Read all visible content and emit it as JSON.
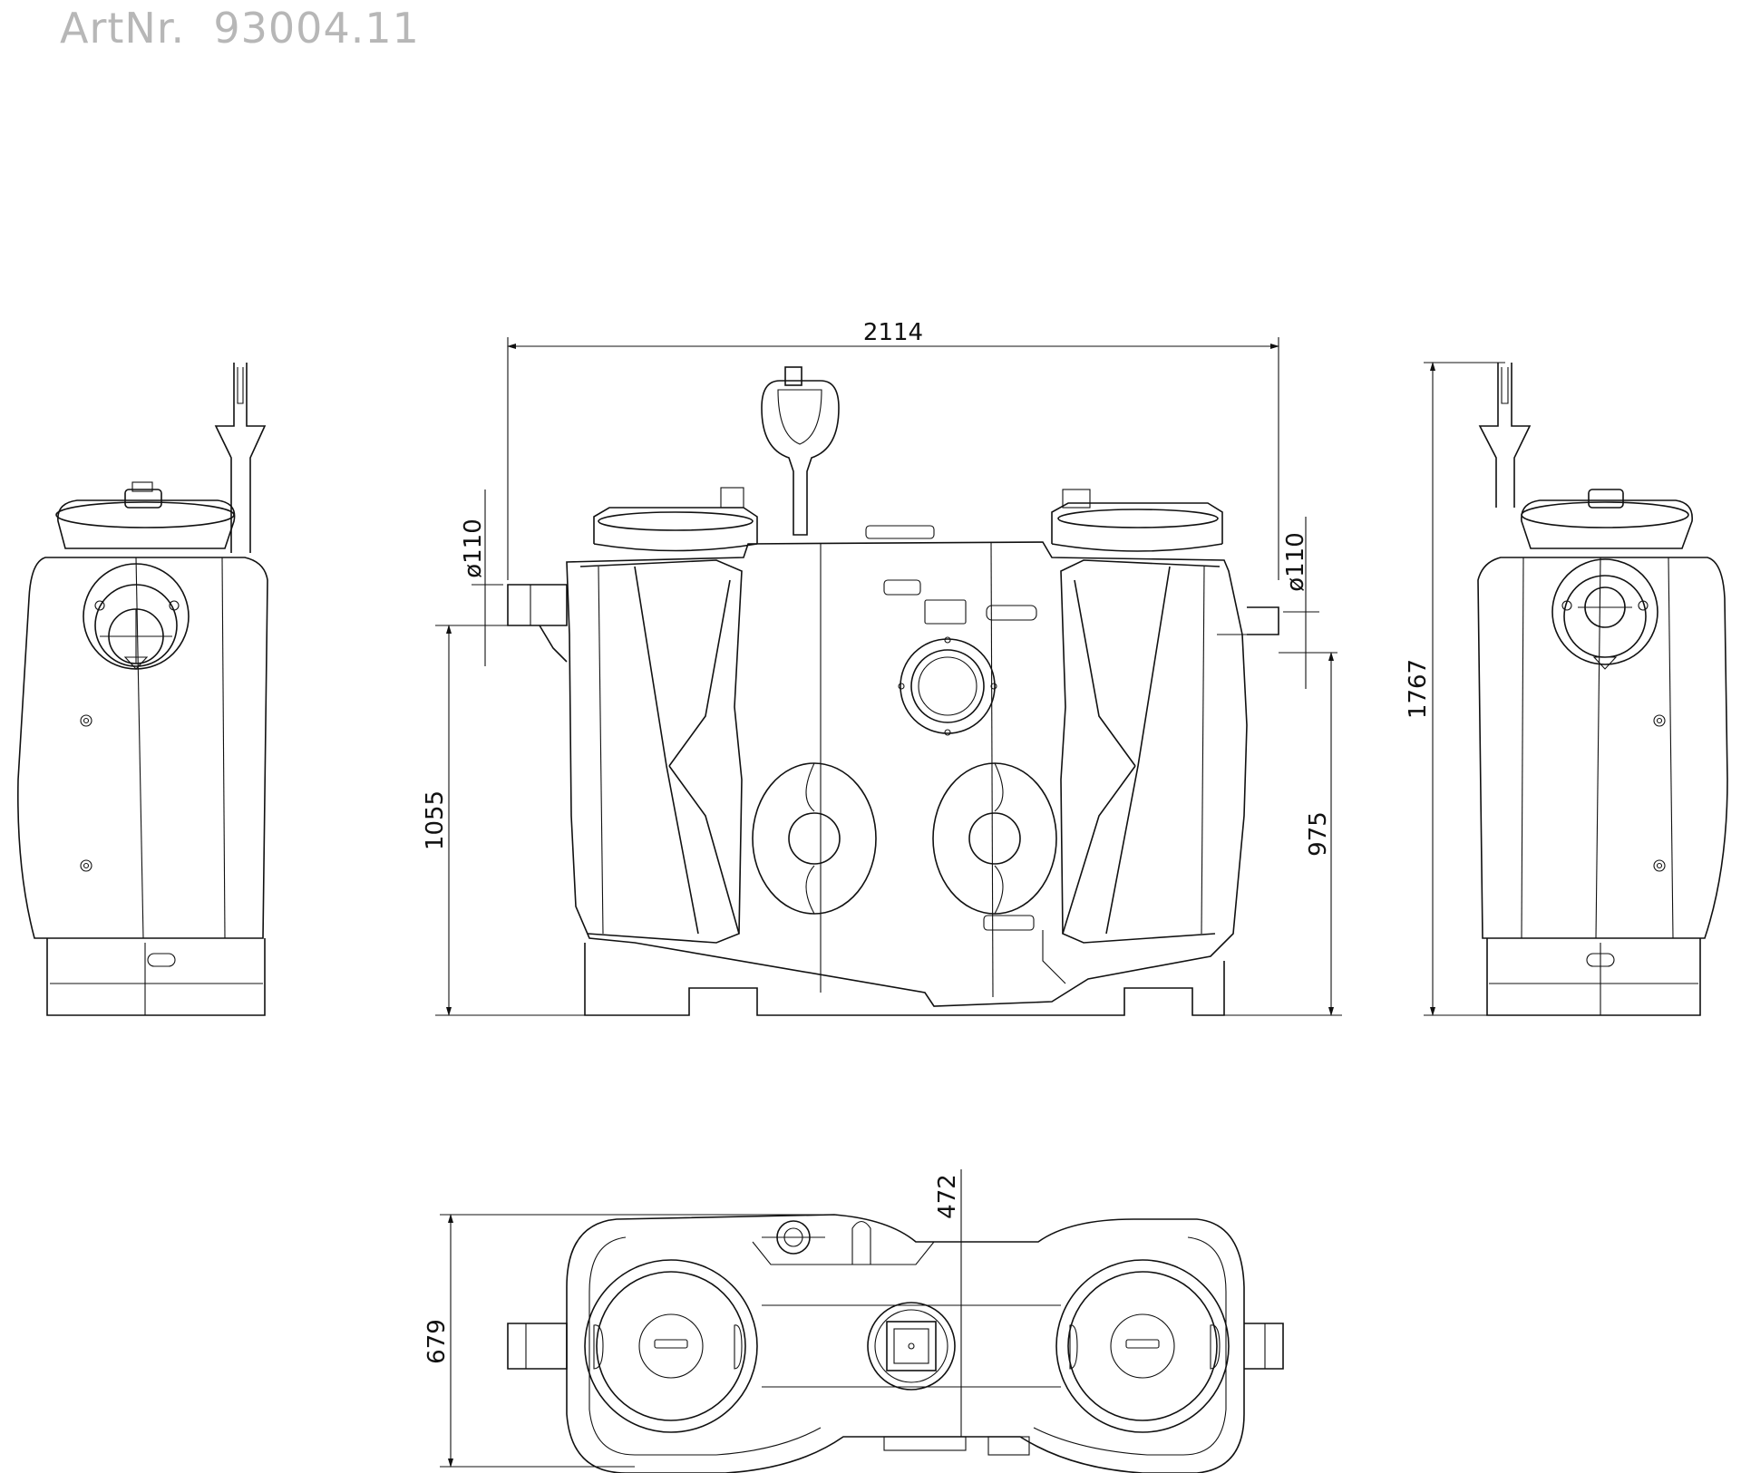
{
  "header": {
    "art_label": "ArtNr.  93004.11"
  },
  "dimensions": {
    "overall_length": "2114",
    "pipe_left": "ø110",
    "pipe_right": "ø110",
    "inlet_height": "1055",
    "outlet_height": "975",
    "total_height": "1767",
    "offset_top": "472",
    "overall_width": "679"
  }
}
